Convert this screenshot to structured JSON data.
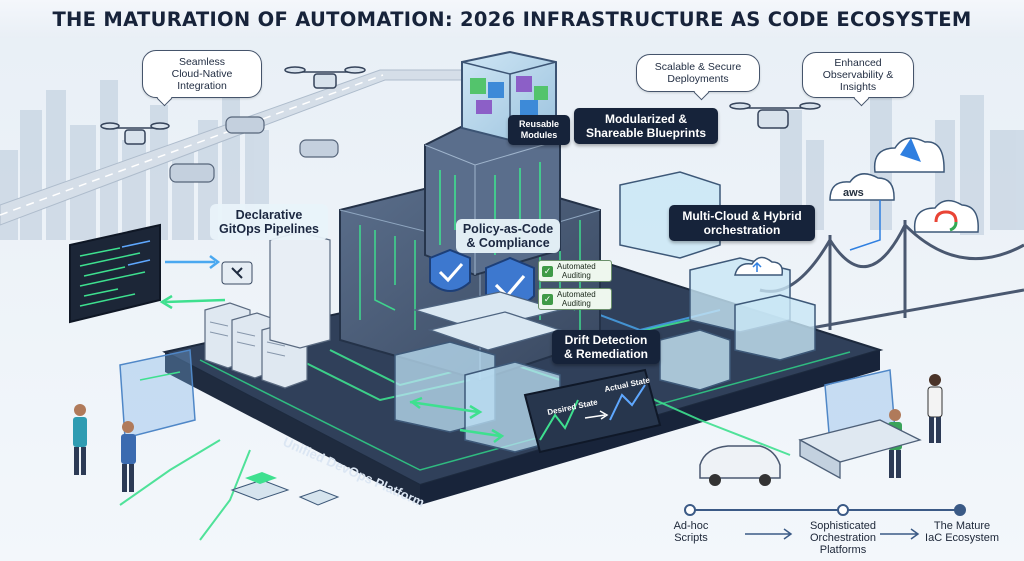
{
  "title": "THE MATURATION OF AUTOMATION: 2026 INFRASTRUCTURE AS CODE ECOSYSTEM",
  "callouts": {
    "seamless": [
      "Seamless",
      "Cloud-Native",
      "Integration"
    ],
    "scalable": [
      "Scalable & Secure",
      "Deployments"
    ],
    "observability": [
      "Enhanced",
      "Observability &",
      "Insights"
    ]
  },
  "labels": {
    "reusable_modules": [
      "Reusable",
      "Modules"
    ],
    "modularized": [
      "Modularized &",
      "Shareable Blueprints"
    ],
    "declarative": [
      "Declarative",
      "GitOps Pipelines"
    ],
    "policy": [
      "Policy-as-Code",
      "& Compliance"
    ],
    "multicloud": [
      "Multi-Cloud & Hybrid",
      "orchestration"
    ],
    "drift": [
      "Drift Detection",
      "& Remediation"
    ],
    "platform": "Unified DevOps Platform",
    "desired_state": "Desired State",
    "actual_state": "Actual State"
  },
  "badges": [
    [
      "Automated",
      "Auditing"
    ],
    [
      "Automated",
      "Auditing"
    ]
  ],
  "clouds": {
    "aws": "aws"
  },
  "timeline": {
    "stages": [
      [
        "Ad-hoc",
        "Scripts"
      ],
      [
        "Sophisticated",
        "Orchestration",
        "Platforms"
      ],
      [
        "The Mature",
        "IaC Ecosystem"
      ]
    ],
    "color": "#3b5a86"
  },
  "colors": {
    "accent_green": "#37d07a",
    "accent_blue": "#2f7fe0",
    "dark_navy": "#16233a",
    "platform": "#26354d"
  }
}
